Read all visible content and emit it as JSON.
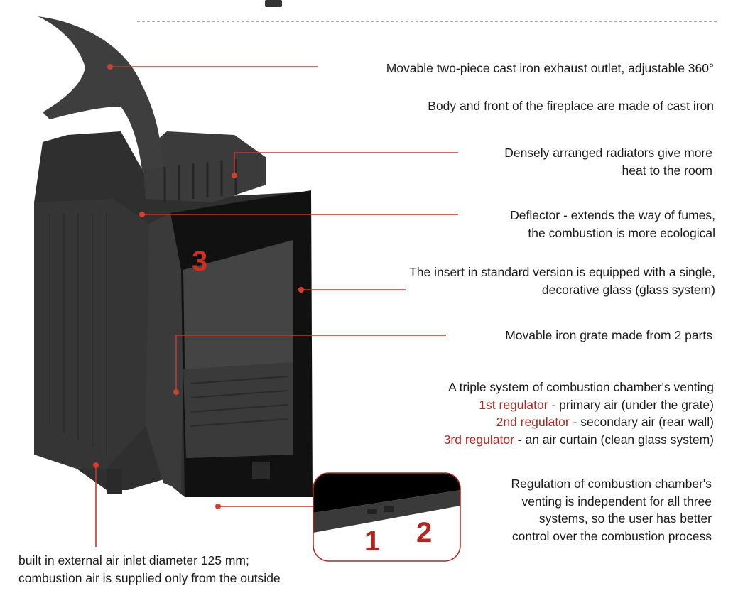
{
  "colors": {
    "accent": "#c0392b",
    "body": "#2e2e2e",
    "text": "#1a1a1a"
  },
  "callouts": {
    "exhaust": "Movable two-piece cast iron exhaust outlet, adjustable 360°",
    "body": "Body and front of the fireplace are made of cast iron",
    "radiators": [
      "Densely arranged radiators give more",
      "heat to the room"
    ],
    "deflector": [
      "Deflector - extends the way of fumes,",
      "the combustion is more ecological"
    ],
    "glass": [
      "The insert in standard version is equipped with a single,",
      "decorative glass (glass system)"
    ],
    "grate": "Movable iron grate made from 2 parts",
    "venting": {
      "title": "A triple system of combustion chamber's venting",
      "items": [
        {
          "name": "1st regulator",
          "desc": " - primary air (under the grate)"
        },
        {
          "name": "2nd regulator",
          "desc": " - secondary air (rear wall)"
        },
        {
          "name": "3rd regulator",
          "desc": " - an air curtain (clean glass system)"
        }
      ]
    },
    "regulation": [
      "Regulation of combustion chamber's",
      "venting is independent for all three",
      "systems, so the user has better",
      "control over the combustion process"
    ],
    "air_inlet": [
      "built in external air inlet diameter 125 mm;",
      "combustion air is supplied only from the outside"
    ]
  },
  "markers": {
    "three": "3",
    "one": "1",
    "two": "2"
  }
}
